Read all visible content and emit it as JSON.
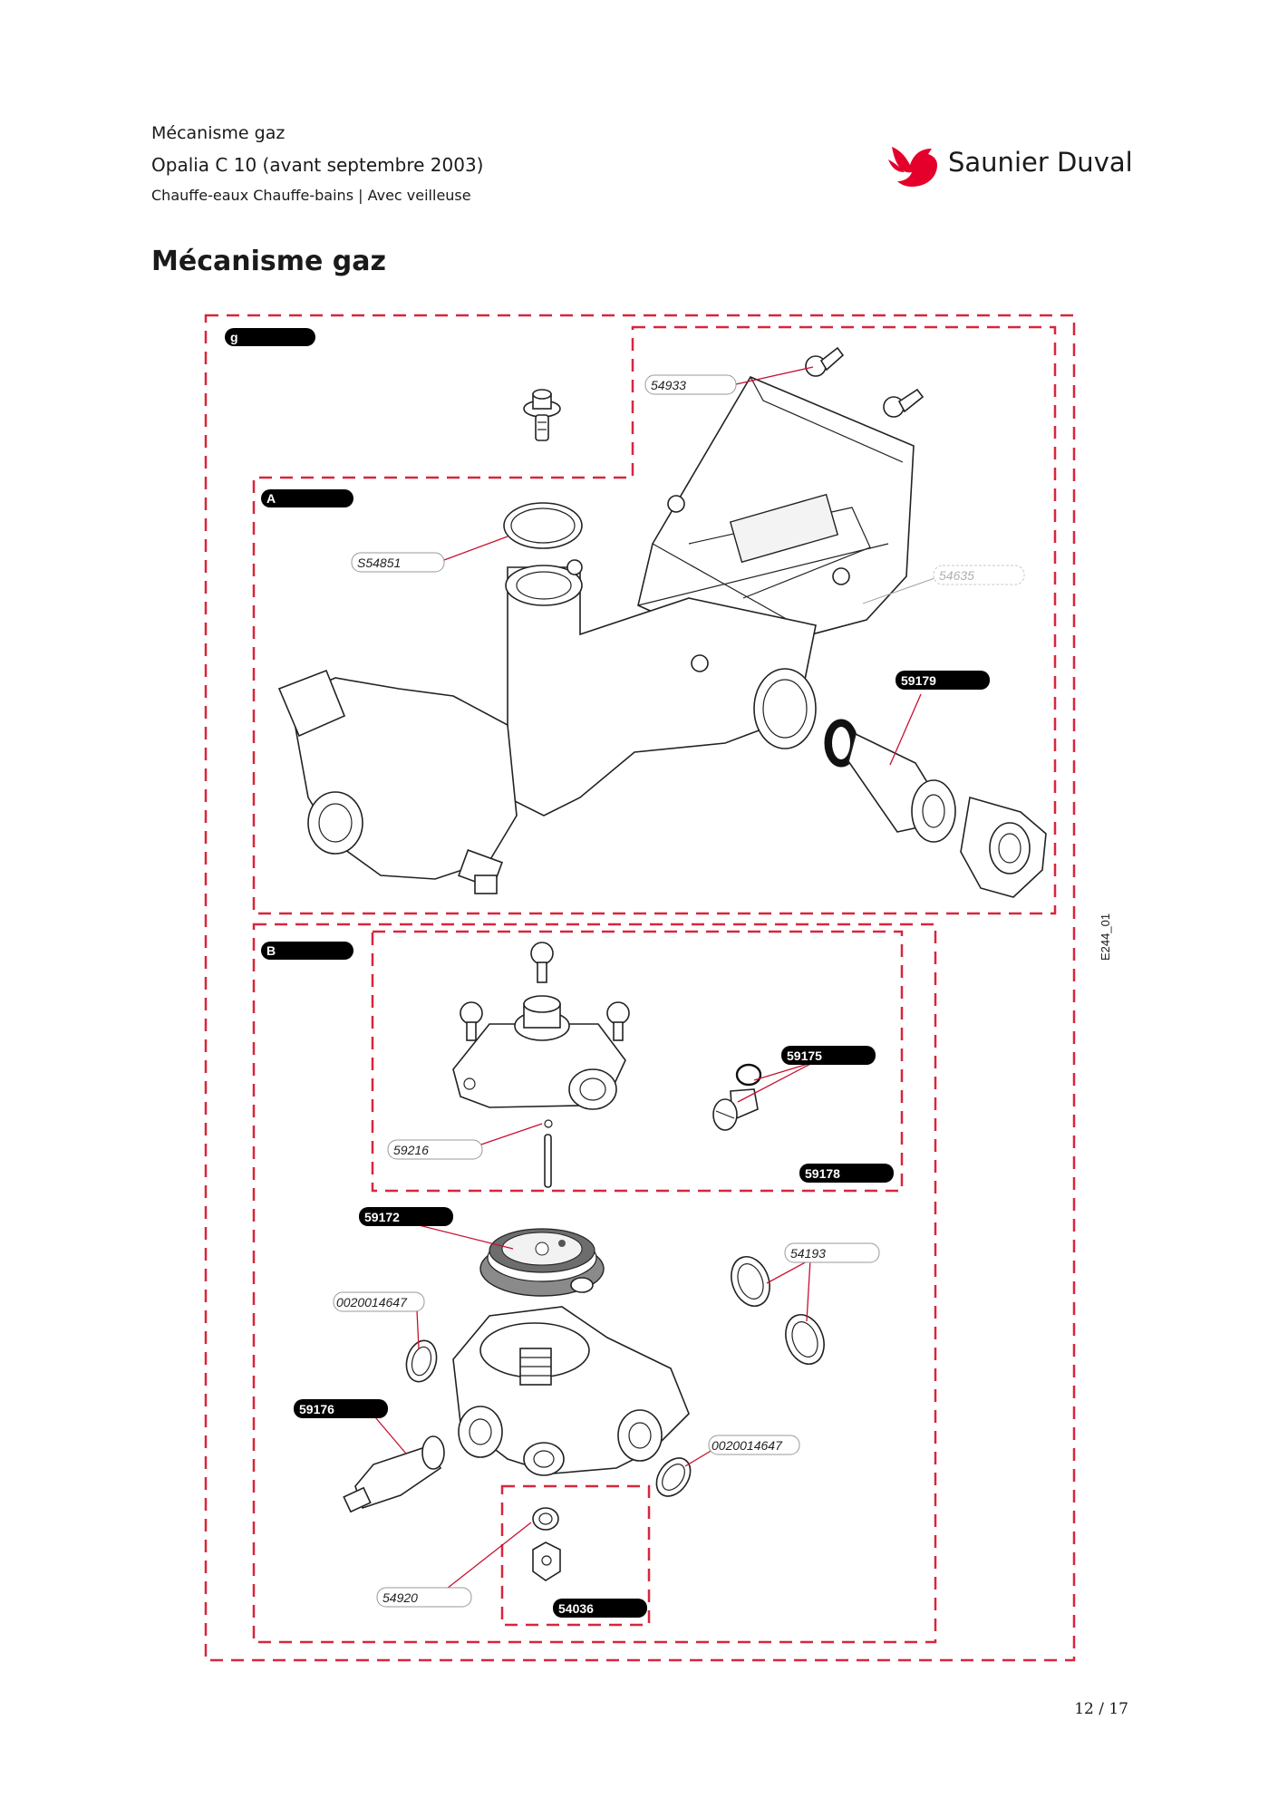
{
  "header": {
    "line1": "Mécanisme gaz",
    "line2": "Opalia C 10 (avant septembre 2003)",
    "line3": "Chauffe-eaux Chauffe-bains | Avec veilleuse"
  },
  "brand": {
    "name": "Saunier Duval",
    "color": "#e4002b"
  },
  "page_title": "Mécanisme gaz",
  "drawing_code": "E244_01",
  "groups": {
    "g": "g",
    "a": "A",
    "b": "B"
  },
  "parts": {
    "p54933": "54933",
    "ps54851": "S54851",
    "p54635": "54635",
    "p59179": "59179",
    "p59175": "59175",
    "p59216": "59216",
    "p59178": "59178",
    "p59172": "59172",
    "p54193": "54193",
    "p0020014647a": "0020014647",
    "p0020014647b": "0020014647",
    "p59176": "59176",
    "p54920": "54920",
    "p54036": "54036"
  },
  "page_number": "12 / 17",
  "colors": {
    "dash": "#d7263d",
    "leader": "#c8102e",
    "pill": "#000000"
  }
}
